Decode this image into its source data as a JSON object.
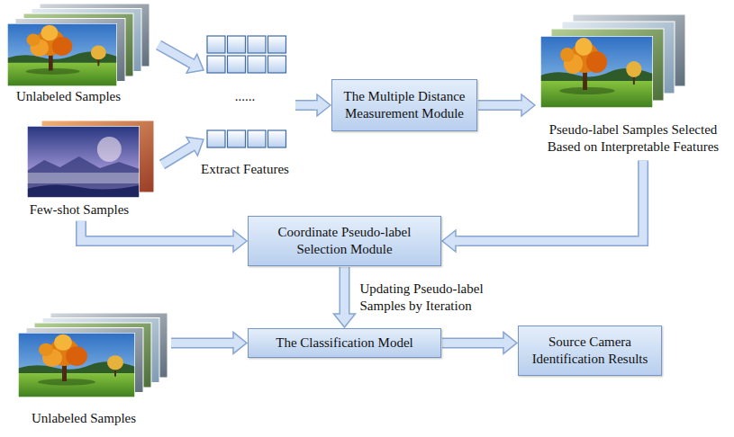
{
  "diagram": {
    "nodes": [
      {
        "text": [
          "Unlabeled Samples"
        ]
      },
      {
        "text": [
          "......",
          "Extract Features"
        ]
      },
      {
        "text": [
          "The Multiple Distance Measurement Module"
        ]
      },
      {
        "text": [
          "Pseudo-label Samples Selected Based on Interpretable Features"
        ]
      },
      {
        "text": [
          "Few-shot Samples"
        ]
      },
      {
        "text": [
          "Coordinate Pseudo-label Selection Module"
        ]
      },
      {
        "text": [
          "Unlabeled Samples"
        ]
      },
      {
        "text": [
          "The Classification Model"
        ]
      },
      {
        "text": [
          "Source Camera Identification Results"
        ]
      }
    ],
    "edges": [
      {
        "from": 0,
        "to": 1,
        "arrow": "to"
      },
      {
        "from": 4,
        "to": 1,
        "arrow": "to"
      },
      {
        "from": 1,
        "to": 2,
        "arrow": "to"
      },
      {
        "from": 2,
        "to": 3,
        "arrow": "to"
      },
      {
        "from": 3,
        "to": 5,
        "arrow": "to"
      },
      {
        "from": 4,
        "to": 5,
        "arrow": "to"
      },
      {
        "from": 5,
        "to": 7,
        "label": "Updating Pseudo-label Samples by Iteration",
        "arrow": "to"
      },
      {
        "from": 6,
        "to": 7,
        "arrow": "to"
      },
      {
        "from": 7,
        "to": 8,
        "arrow": "to"
      }
    ]
  }
}
